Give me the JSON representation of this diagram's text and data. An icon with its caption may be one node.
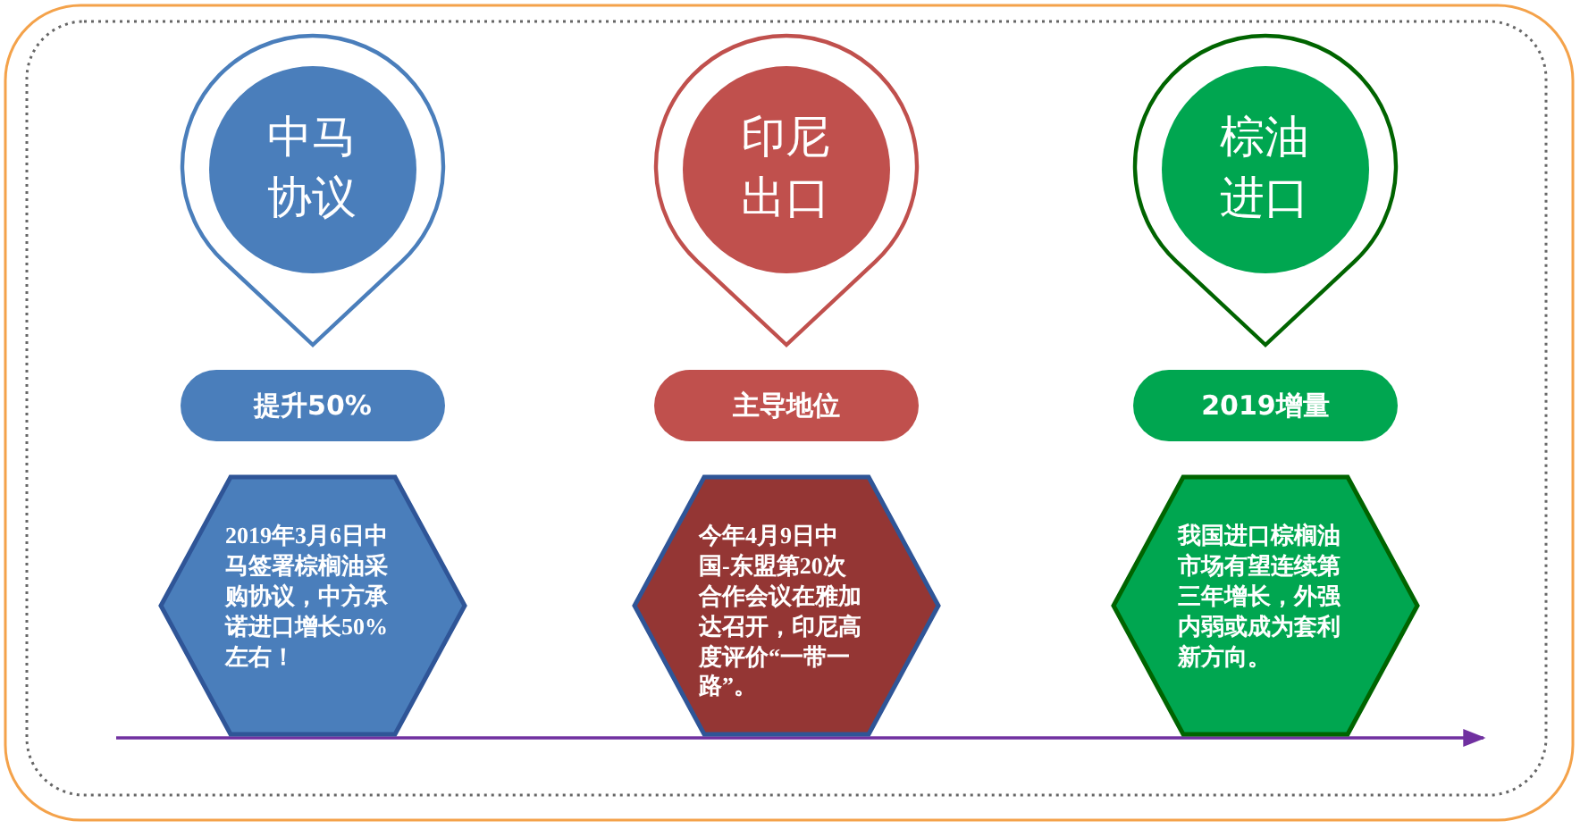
{
  "diagram": {
    "nodes": [
      {
        "text": [
          "中马协议"
        ]
      },
      {
        "text": [
          "印尼出口"
        ]
      },
      {
        "text": [
          "棕油进口"
        ]
      },
      {
        "text": [
          "提升50%"
        ]
      },
      {
        "text": [
          "主导地位"
        ]
      },
      {
        "text": [
          "2019增量"
        ]
      },
      {
        "text": [
          "2019年3月6日中马签署棕榈油采购协议，中方承诺进口增长50%左右！"
        ]
      },
      {
        "text": [
          "今年4月9日中国-东盟第20次合作会议在雅加达召开，印尼高度评价“一带一路”。"
        ]
      },
      {
        "text": [
          "我国进口棕榈油市场有望连续第三年增长，外强内弱或成为套利新方向。"
        ]
      }
    ]
  }
}
